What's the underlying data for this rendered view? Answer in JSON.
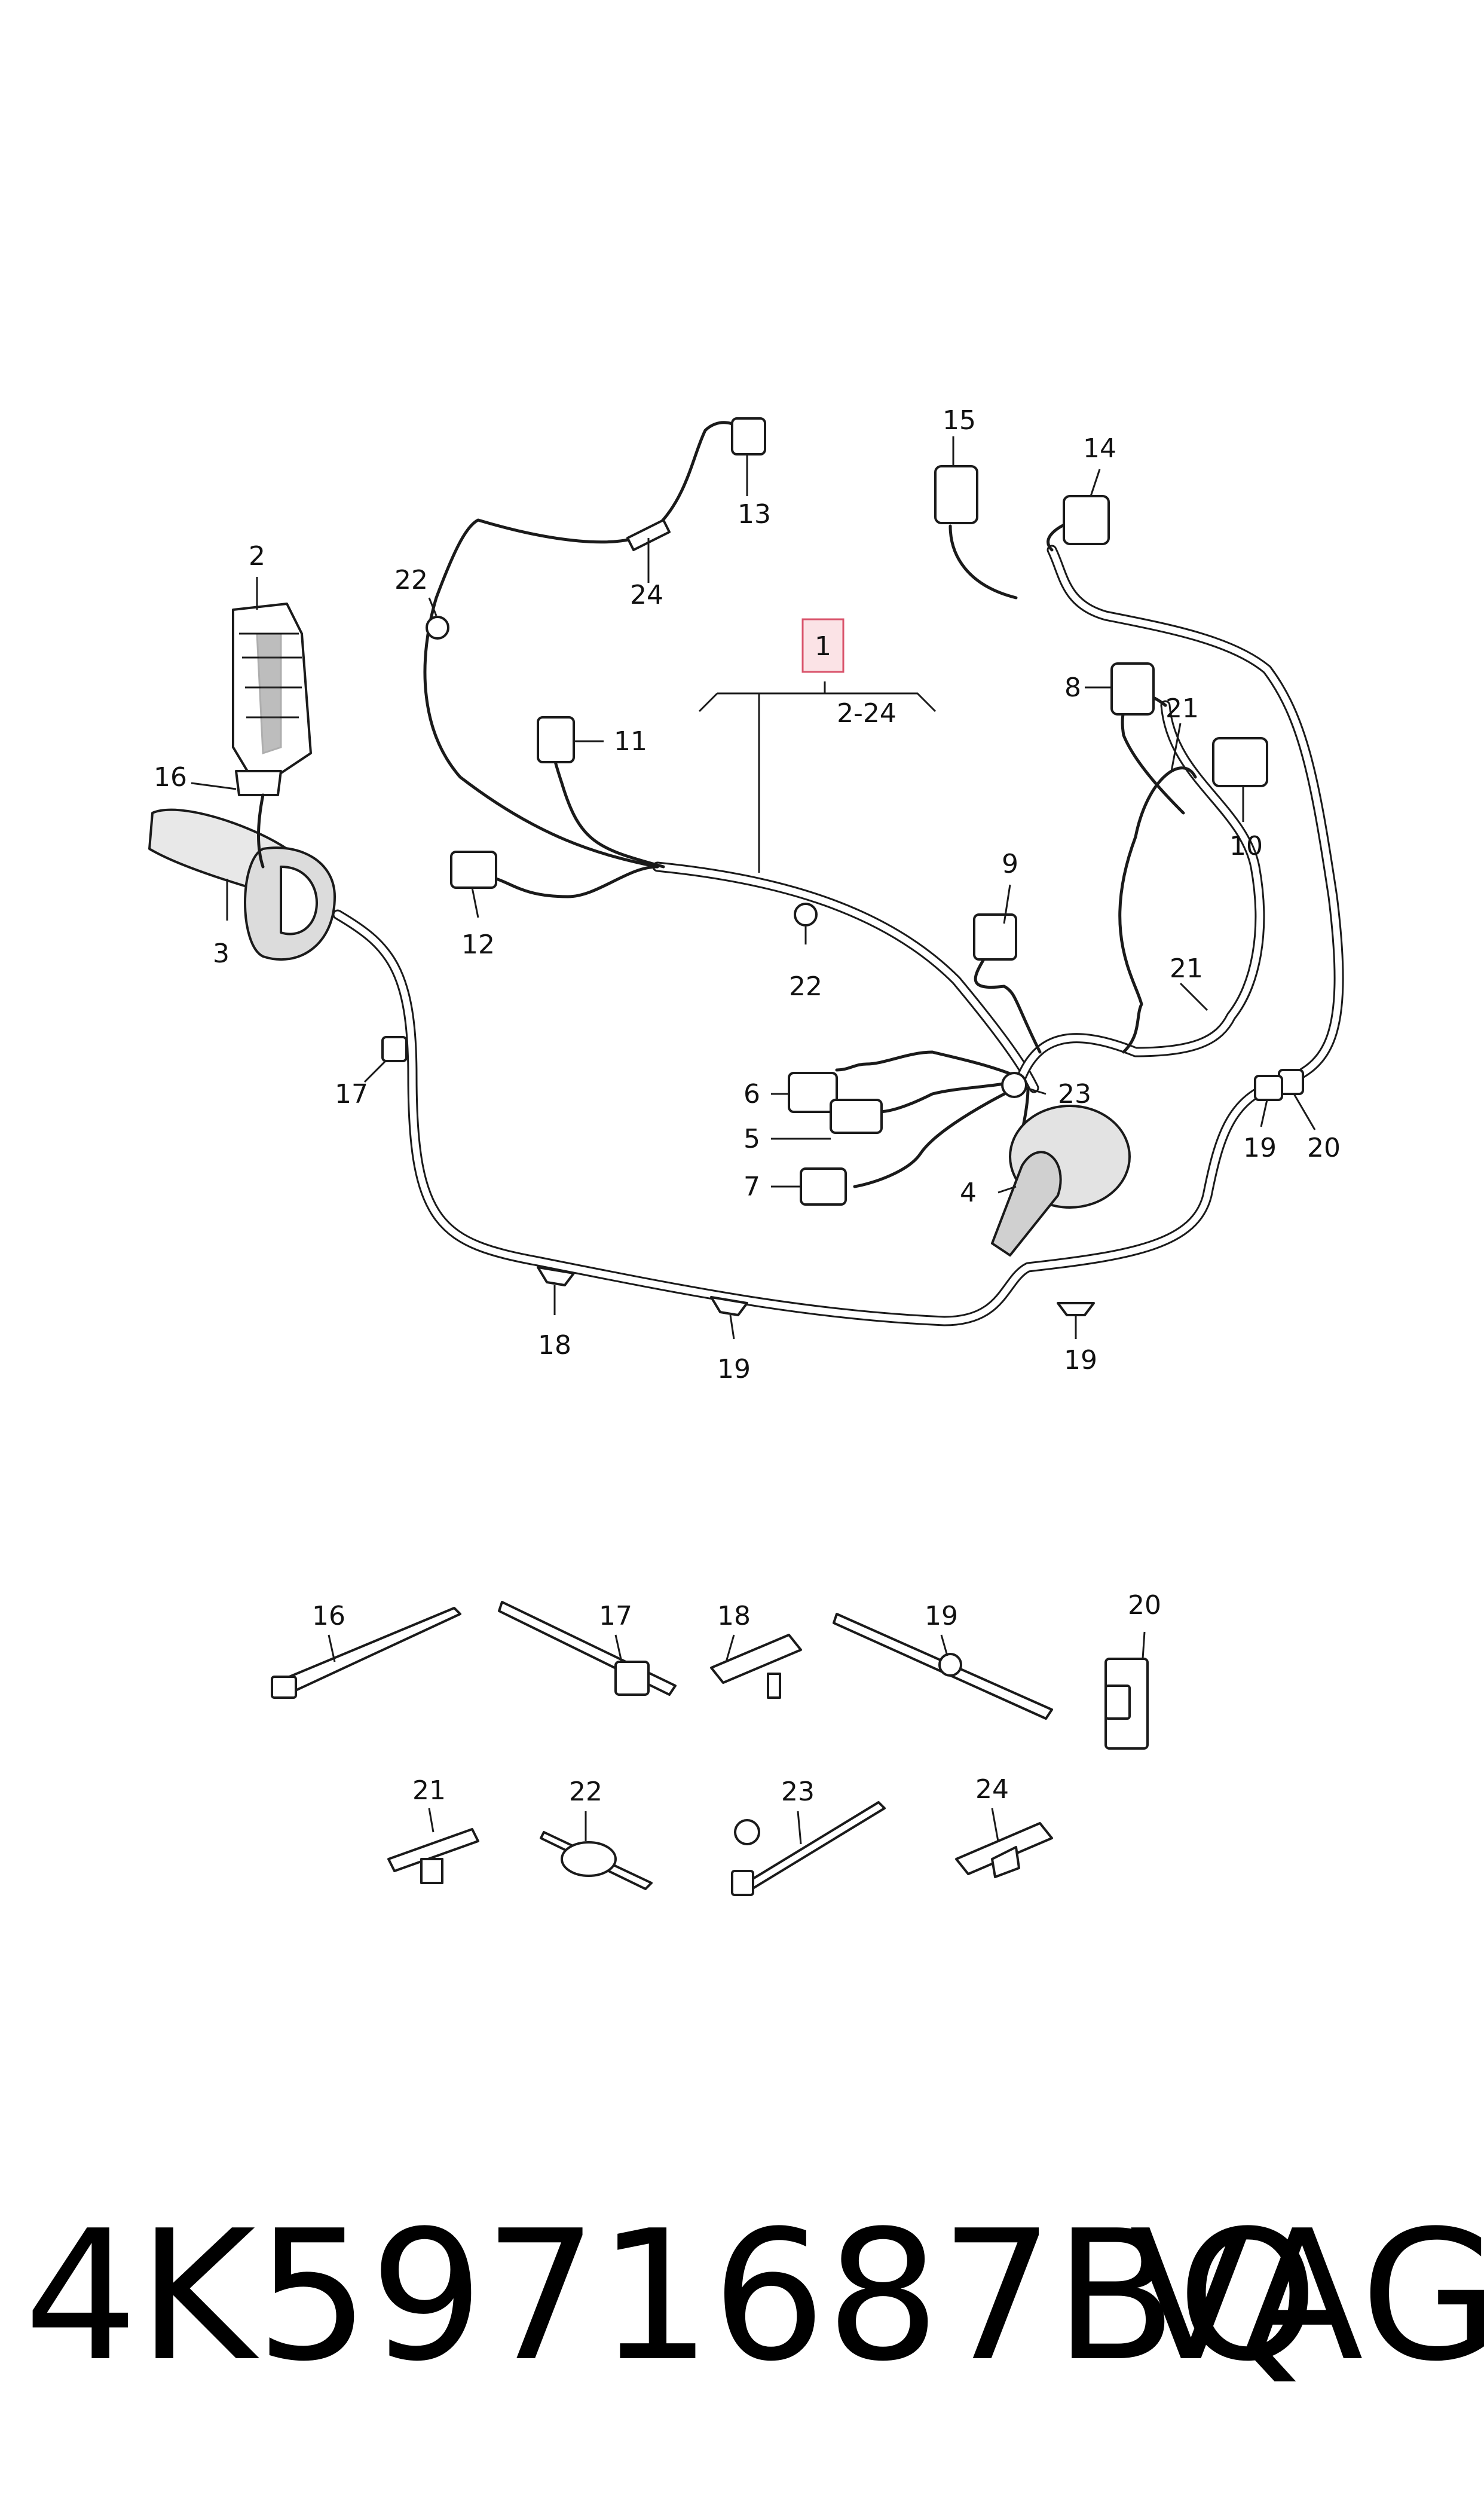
{
  "diagram": {
    "main_label": "1",
    "range_label": "2-24",
    "callouts": {
      "c2": "2",
      "c3": "3",
      "c4": "4",
      "c5": "5",
      "c6": "6",
      "c7": "7",
      "c8": "8",
      "c9": "9",
      "c10": "10",
      "c11": "11",
      "c12": "12",
      "c13": "13",
      "c14": "14",
      "c15": "15",
      "c16": "16",
      "c17": "17",
      "c18": "18",
      "c19a": "19",
      "c19b": "19",
      "c19c": "19",
      "c20": "20",
      "c21a": "21",
      "c21b": "21",
      "c22a": "22",
      "c22b": "22",
      "c23": "23",
      "c24": "24"
    },
    "legend_labels": {
      "l16": "16",
      "l17": "17",
      "l18": "18",
      "l19": "19",
      "l20": "20",
      "l21": "21",
      "l22": "22",
      "l23": "23",
      "l24": "24"
    },
    "part_number": "4K5971687BQ",
    "brand": "VAG"
  },
  "colors": {
    "highlight_fill": "#fbe3e6",
    "highlight_stroke": "#d9536b",
    "line": "#1a1a1a"
  }
}
